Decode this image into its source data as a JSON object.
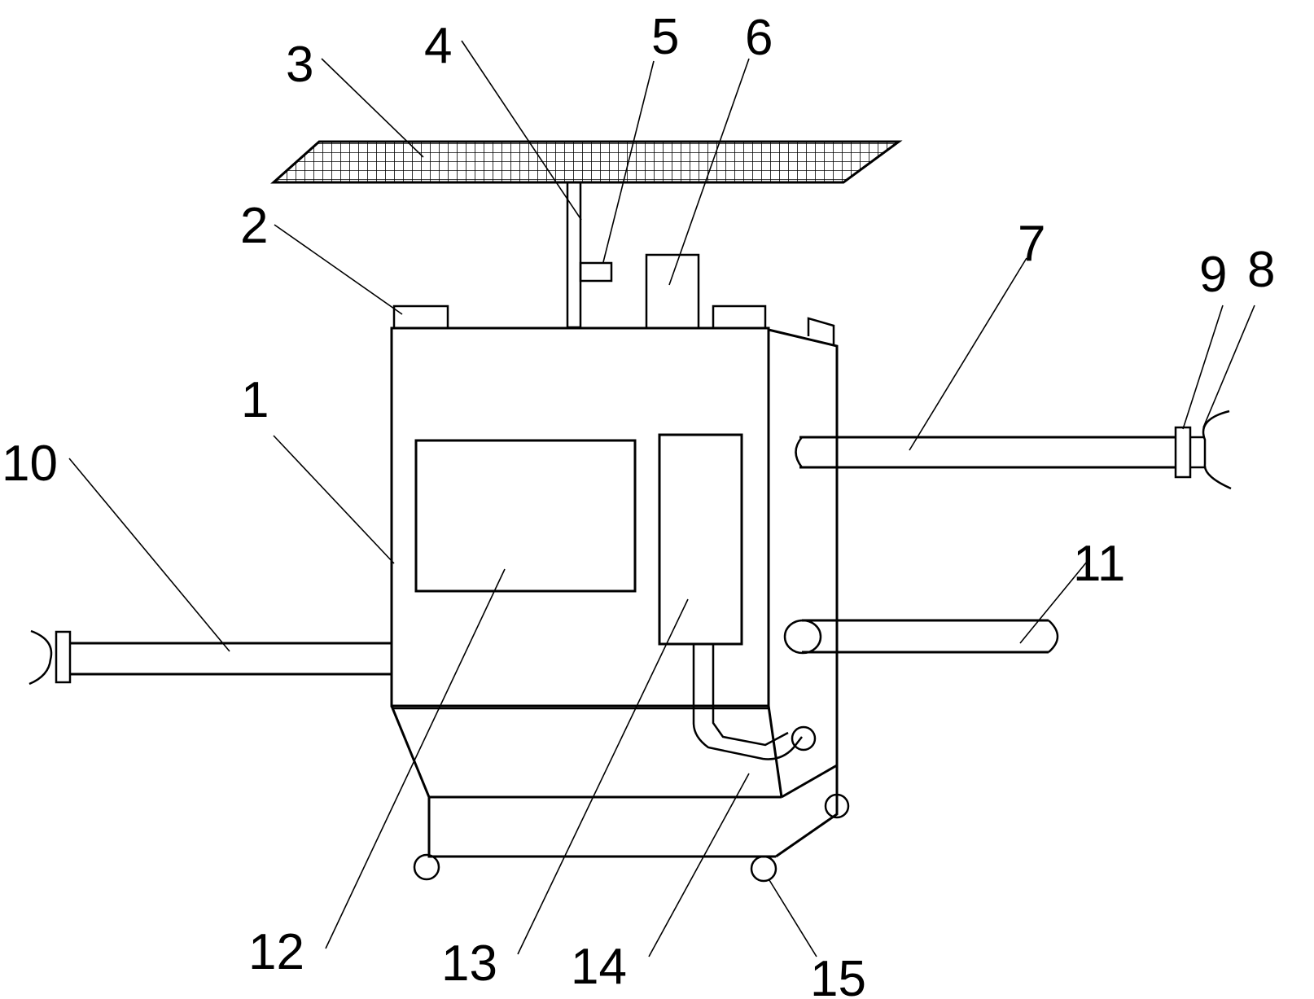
{
  "labels": {
    "l1": "1",
    "l2": "2",
    "l3": "3",
    "l4": "4",
    "l5": "5",
    "l6": "6",
    "l7": "7",
    "l8": "8",
    "l9": "9",
    "l10": "10",
    "l11": "11",
    "l12": "12",
    "l13": "13",
    "l14": "14",
    "l15": "15"
  }
}
